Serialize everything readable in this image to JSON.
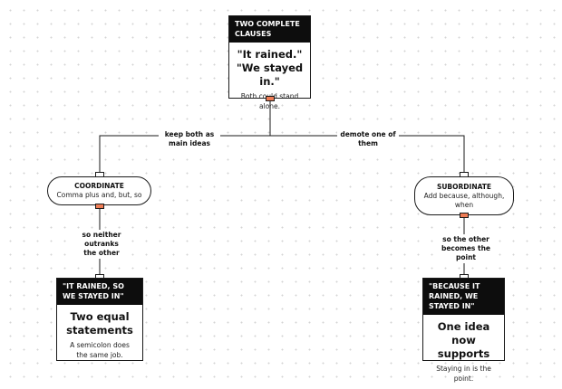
{
  "nodes": {
    "root": {
      "header": "TWO COMPLETE CLAUSES",
      "quote": "\"It rained.\" \"We stayed in.\"",
      "note": "Both could stand alone."
    },
    "coordinate": {
      "title": "COORDINATE",
      "subtitle": "Comma plus and, but, so"
    },
    "subordinate": {
      "title": "SUBORDINATE",
      "subtitle": "Add because, although, when"
    },
    "coordinate_result": {
      "header": "\"IT RAINED, SO WE STAYED IN\"",
      "heading": "Two equal statements",
      "note": "A semicolon does the same job."
    },
    "subordinate_result": {
      "header": "\"BECAUSE IT RAINED, WE STAYED IN\"",
      "heading": "One idea now supports",
      "note": "Staying in is the point."
    }
  },
  "edges": {
    "root_to_coordinate": "keep both as main ideas",
    "root_to_subordinate": "demote one of them",
    "coordinate_to_result": "so neither outranks the other",
    "subordinate_to_result": "so the other becomes the point"
  },
  "colors": {
    "port_out": "#ee7c55",
    "header_bg": "#0d0d0d",
    "line": "#1a1a1a"
  }
}
